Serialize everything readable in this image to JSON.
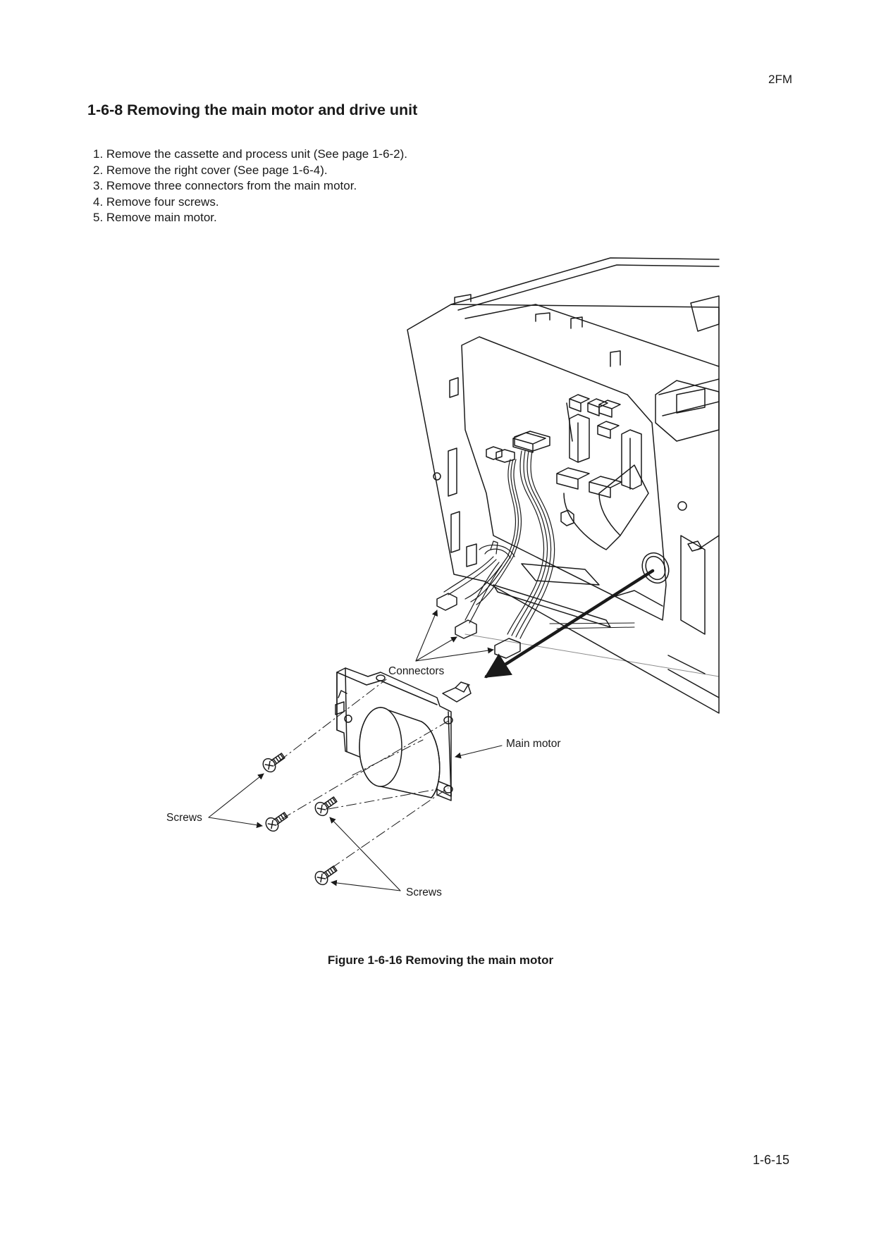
{
  "header": {
    "code": "2FM"
  },
  "section": {
    "title": "1-6-8 Removing the main motor and drive unit"
  },
  "steps": [
    "1. Remove the cassette and process unit (See page 1-6-2).",
    "2. Remove the right cover (See page 1-6-4).",
    "3. Remove three connectors from the main motor.",
    "4. Remove four screws.",
    "5. Remove main motor."
  ],
  "figure": {
    "callouts": {
      "connectors": "Connectors",
      "main_motor": "Main motor",
      "screws_left": "Screws",
      "screws_bottom": "Screws"
    },
    "caption": "Figure 1-6-16 Removing the main motor"
  },
  "footer": {
    "page_number": "1-6-15"
  }
}
